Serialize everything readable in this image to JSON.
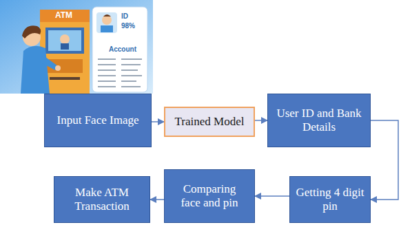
{
  "diagram": {
    "nodes": [
      {
        "text": [
          "Input Face Image"
        ]
      },
      {
        "text": [
          "Trained Model"
        ]
      },
      {
        "text": [
          "User ID and Bank Details"
        ]
      },
      {
        "text": [
          "Getting 4 digit pin"
        ]
      },
      {
        "text": [
          "Comparing face and pin"
        ]
      },
      {
        "text": [
          "Make ATM Transaction"
        ]
      }
    ],
    "edges": [
      {
        "from": 0,
        "to": 1,
        "arrow": "to"
      },
      {
        "from": 1,
        "to": 2,
        "arrow": "to"
      },
      {
        "from": 2,
        "to": 3,
        "arrow": "to"
      },
      {
        "from": 3,
        "to": 4,
        "arrow": "to"
      },
      {
        "from": 4,
        "to": 5,
        "arrow": "to"
      }
    ],
    "labels": [
      "ATM",
      "ID",
      "98%",
      "Account"
    ]
  }
}
